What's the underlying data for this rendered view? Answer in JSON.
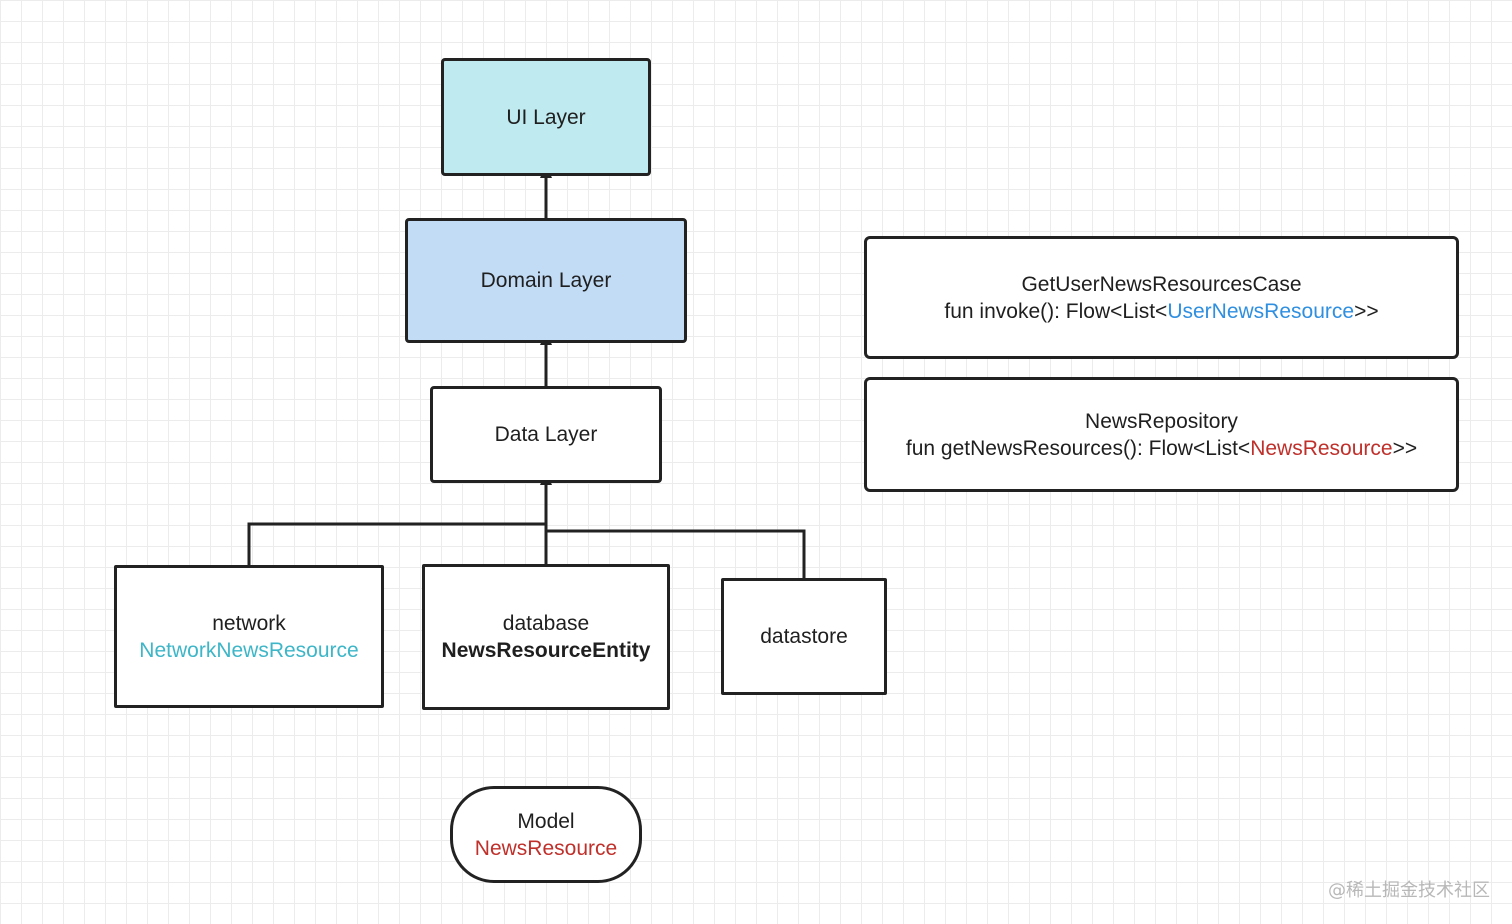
{
  "diagram": {
    "ui_layer": {
      "label": "UI Layer",
      "fill": "#bfeaf0"
    },
    "domain_layer": {
      "label": "Domain Layer",
      "fill": "#c2dcf6"
    },
    "data_layer": {
      "label": "Data Layer"
    },
    "network": {
      "line1": "network",
      "line2": "NetworkNewsResource",
      "line2_color": "#3db6c8"
    },
    "database": {
      "line1": "database",
      "line2": "NewsResourceEntity"
    },
    "datastore": {
      "label": "datastore"
    },
    "usecase": {
      "line1": "GetUserNewsResourcesCase",
      "line2_prefix": "fun invoke(): Flow<List<",
      "line2_type": "UserNewsResource",
      "line2_suffix": ">>",
      "type_color": "#2f8fe0"
    },
    "repository": {
      "line1": "NewsRepository",
      "line2_prefix": "fun getNewsResources(): Flow<List<",
      "line2_type": "NewsResource",
      "line2_suffix": ">>",
      "type_color": "#c0302b"
    },
    "model": {
      "line1": "Model",
      "line2": "NewsResource",
      "line2_color": "#c0302b"
    }
  },
  "watermark": "@稀土掘金技术社区"
}
